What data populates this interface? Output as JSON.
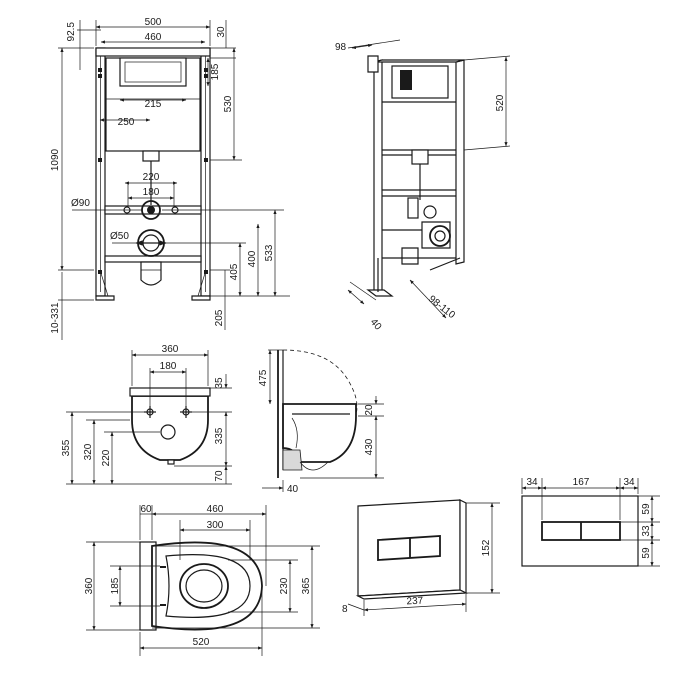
{
  "frame_front": {
    "w500": "500",
    "w460": "460",
    "w92": "92.5",
    "w30": "30",
    "h185": "185",
    "w215": "215",
    "w250": "250",
    "h530": "530",
    "h1090": "1090",
    "w220": "220",
    "w180": "180",
    "d90": "Ø90",
    "d50": "Ø50",
    "h400": "400",
    "h533": "533",
    "h405": "405",
    "h205": "205",
    "h10331": "10-331"
  },
  "frame_side": {
    "w98": "98",
    "h520": "520",
    "w40": "40",
    "w98110": "98-110"
  },
  "bowl_front": {
    "w360": "360",
    "w180": "180",
    "h35": "35",
    "h355": "355",
    "h320": "320",
    "h220": "220",
    "h335": "335",
    "h70": "70"
  },
  "bowl_side": {
    "h475": "475",
    "h20": "20",
    "h430": "430",
    "w40": "40"
  },
  "bowl_top": {
    "w60": "60",
    "w460": "460",
    "w300": "300",
    "h360": "360",
    "h185": "185",
    "h230": "230",
    "h365": "365",
    "w520": "520"
  },
  "plate_persp": {
    "h152": "152",
    "w237": "237",
    "w8": "8"
  },
  "plate_front": {
    "w34a": "34",
    "w167": "167",
    "w34b": "34",
    "h59a": "59",
    "h33": "33",
    "h59b": "59"
  }
}
